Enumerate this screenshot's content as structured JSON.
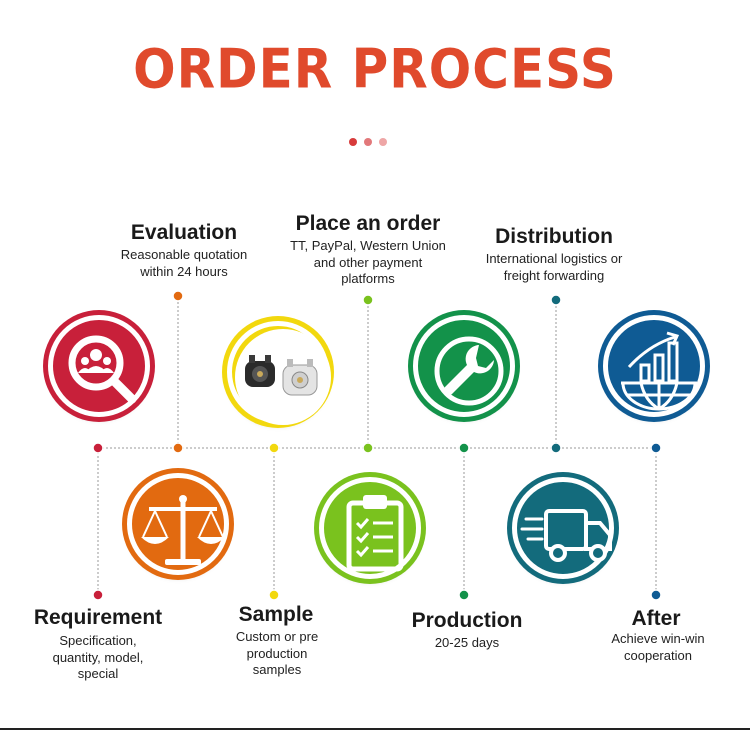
{
  "title": "ORDER PROCESS",
  "accent_colors": {
    "title": "#e04a2c",
    "dot1": "#d73b3b",
    "dot2": "#e2787a",
    "dot3": "#eea6a6"
  },
  "steps": [
    {
      "id": "requirement",
      "title": "Requirement",
      "desc": [
        "Specification,",
        "quantity, model,",
        "special"
      ],
      "color": "#c8203a",
      "icon": "magnifier-users-icon"
    },
    {
      "id": "evaluation",
      "title": "Evaluation",
      "desc": [
        "Reasonable quotation",
        "within 24 hours"
      ],
      "color": "#e26a10",
      "icon": "balance-scale-icon"
    },
    {
      "id": "sample",
      "title": "Sample",
      "desc": [
        "Custom or pre",
        "production",
        "samples"
      ],
      "color": "#f2d80e",
      "icon": "product-photo-icon"
    },
    {
      "id": "place_order",
      "title": "Place an order",
      "desc": [
        "TT, PayPal, Western Union",
        "and other payment",
        "platforms"
      ],
      "color": "#7ac21e",
      "icon": "clipboard-checklist-icon"
    },
    {
      "id": "production",
      "title": "Production",
      "desc": [
        "20-25 days"
      ],
      "color": "#13924a",
      "icon": "wrench-icon"
    },
    {
      "id": "distribution",
      "title": "Distribution",
      "desc": [
        "International logistics or",
        "freight forwarding"
      ],
      "color": "#136b7c",
      "icon": "delivery-truck-icon"
    },
    {
      "id": "after",
      "title": "After",
      "desc": [
        "Achieve win-win",
        "cooperation"
      ],
      "color": "#0f5b94",
      "icon": "globe-chart-icon"
    }
  ]
}
